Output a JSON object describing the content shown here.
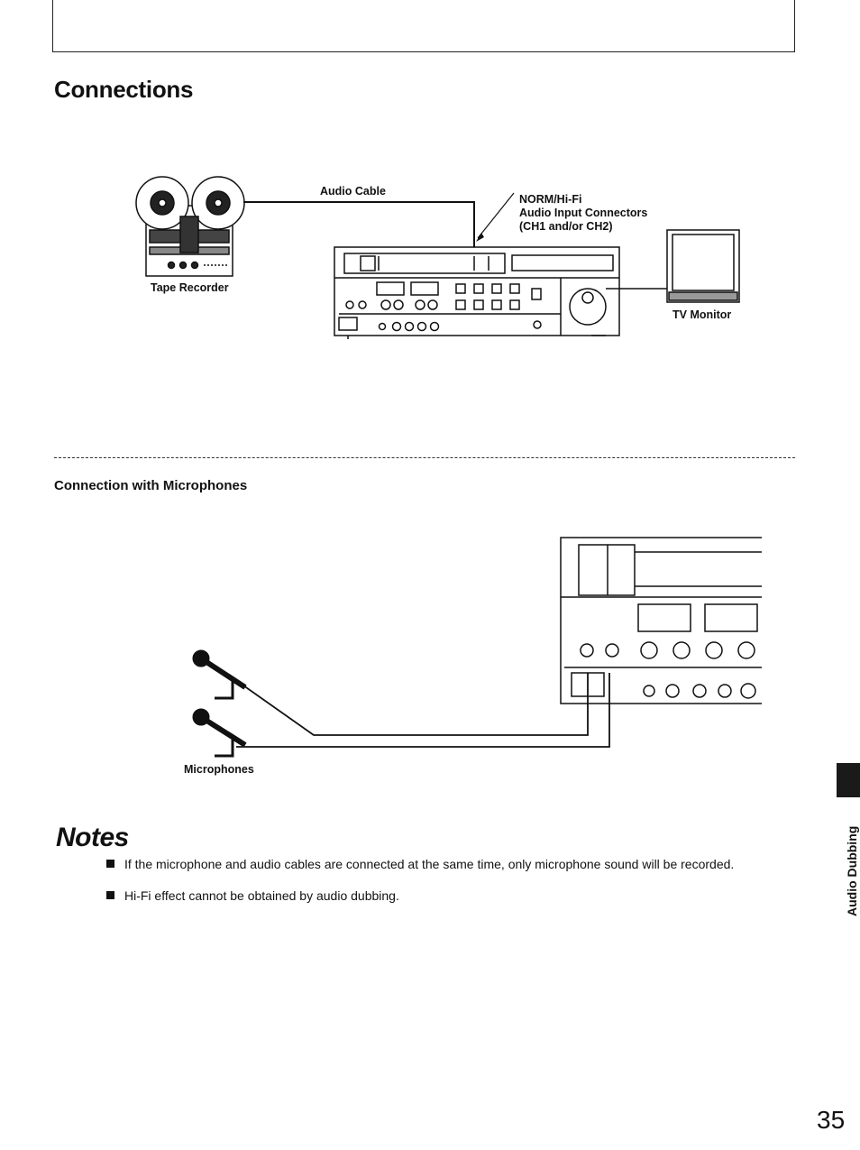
{
  "section": {
    "title": "Connections"
  },
  "diagram1": {
    "audio_cable_label": "Audio Cable",
    "connector_label_line1": "NORM/Hi-Fi",
    "connector_label_line2": "Audio Input Connectors",
    "connector_label_line3": "(CH1 and/or CH2)",
    "tape_recorder_label": "Tape Recorder",
    "tv_monitor_label": "TV Monitor"
  },
  "subsection": {
    "title": "Connection with Microphones"
  },
  "diagram2": {
    "microphones_label": "Microphones"
  },
  "notes": {
    "title": "Notes",
    "items": [
      "If the microphone and audio cables are connected at the same time, only microphone sound will be recorded.",
      "Hi-Fi effect cannot be obtained by audio dubbing."
    ]
  },
  "side_tab": {
    "label": "Audio Dubbing"
  },
  "page": {
    "number": "35"
  }
}
